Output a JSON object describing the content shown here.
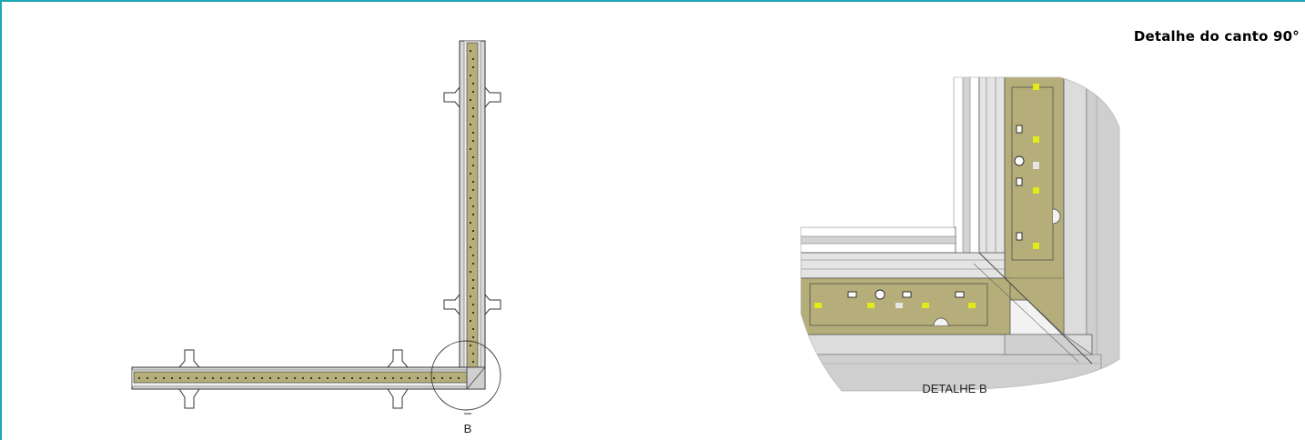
{
  "title": "Detalhe do canto 90°",
  "callout_label": "B",
  "detail_caption": "DETALHE B",
  "colors": {
    "frame": "#1aa7b3",
    "insulation": "#b5ae7a",
    "profile": "#c9c9c9",
    "marker": "#e2ea17"
  }
}
